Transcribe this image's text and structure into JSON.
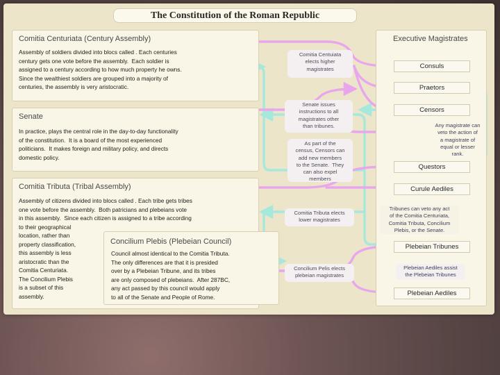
{
  "title": "The Constitution of the Roman Republic",
  "assemblies": {
    "centuriata": {
      "heading": "Comitia Centuriata (Century Assembly)",
      "text": "Assembly of soldiers divided into blocs called . Each centuries\ncentury gets one vote before the assembly.  Each soldier is\nassigned to a century according to how much property he owns.\nSince the wealthiest soldiers are grouped into a majority of\ncenturies, the assembly is very aristocratic."
    },
    "senate": {
      "heading": "Senate",
      "text": "In practice, plays the central role in the day-to-day functionality\nof the constitution.  It is a board of the most experienced\npoliticians.  It makes foreign and military policy, and directs\ndomestic policy."
    },
    "tributa": {
      "heading": "Comitia Tributa (Tribal Assembly)",
      "text": "Assembly of citizens divided into blocs called . Each tribe gets tribes\none vote before the assembly.  Both patricians and plebeians vote\nin this assembly.  Since each citizen is assigned to a tribe according\nto their geographical\nlocation, rather than\nproperty classification,\nthis assembly is less\naristocratic than the\nComitia Centuriata.\nThe Concilium Plebis\nis a subset of this\nassembly."
    },
    "plebis": {
      "heading": "Concilium Plebis (Plebeian Council)",
      "text": "Council almost identical to the Comitia Tributa.\nThe only differences are that it is presided\nover by a Plebeian Tribune, and its tribes\nare only composed of plebeians.  After 287BC,\nany act passed by this council would apply\nto all of the Senate and People of Rome."
    }
  },
  "callouts": {
    "centuriata_elects": "Comitia Centuiata\nelects higher\nmagistrates",
    "senate_issues": "Senate issues\ninstructions to all\nmagistrates other\nthan tribunes.",
    "censors_note": "As part of the\ncensus, Censors can\nadd new members\nto the Senate.  They\ncan also expel\nmembers",
    "tributa_elects": "Comitia Tributa elects\nlower magistrates",
    "plebis_elects": "Concilium Pelis elects\nplebeian magistrates"
  },
  "executive": {
    "heading": "Executive Magistrates",
    "magistrates": [
      "Consuls",
      "Praetors",
      "Censors",
      "Questors",
      "Curule Aediles",
      "Plebeian Tribunes",
      "Plebeian Aediles"
    ],
    "veto_note": "Any magistrate can\nveto the action of\na magistrate of\nequal or lesser\nrank.",
    "tribunes_note": "Tribunes can veto any act\nof the Comitia Centuriata,\nComitia Tributa, Concilium\nPlebis, or the Senate.",
    "aediles_note": "Plebeian Aediles assist\nthe Plebeian Tribunes"
  },
  "colors": {
    "pink_arrow": "#e8a6ec",
    "teal_arrow": "#a6e8dc",
    "panel": "#f9f6e7",
    "slide": "#ede5c9"
  }
}
